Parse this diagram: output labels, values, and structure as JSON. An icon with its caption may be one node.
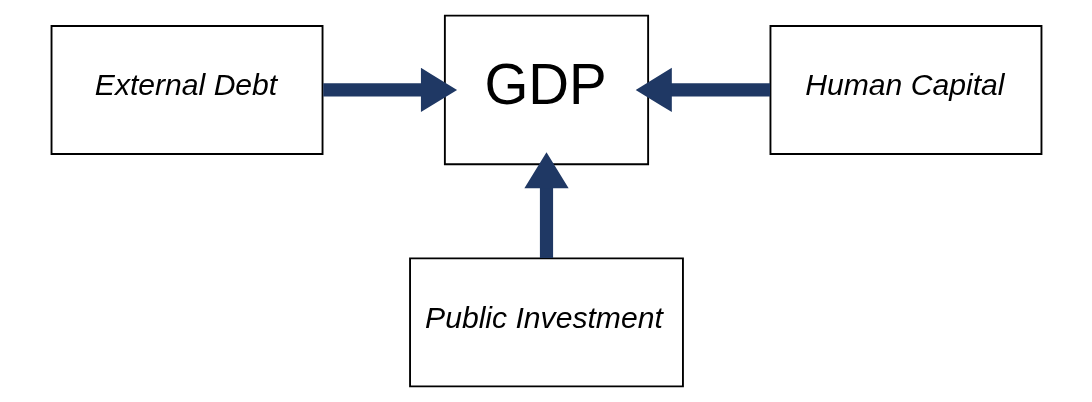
{
  "diagram": {
    "nodes": [
      {
        "text": [
          "External Debt"
        ]
      },
      {
        "text": [
          "GDP"
        ]
      },
      {
        "text": [
          "Human Capital"
        ]
      },
      {
        "text": [
          "Public Investment"
        ]
      }
    ],
    "edges": [
      {
        "from": 0,
        "to": 1,
        "arrow": "to"
      },
      {
        "from": 2,
        "to": 1,
        "arrow": "to"
      },
      {
        "from": 3,
        "to": 1,
        "arrow": "to"
      }
    ]
  }
}
